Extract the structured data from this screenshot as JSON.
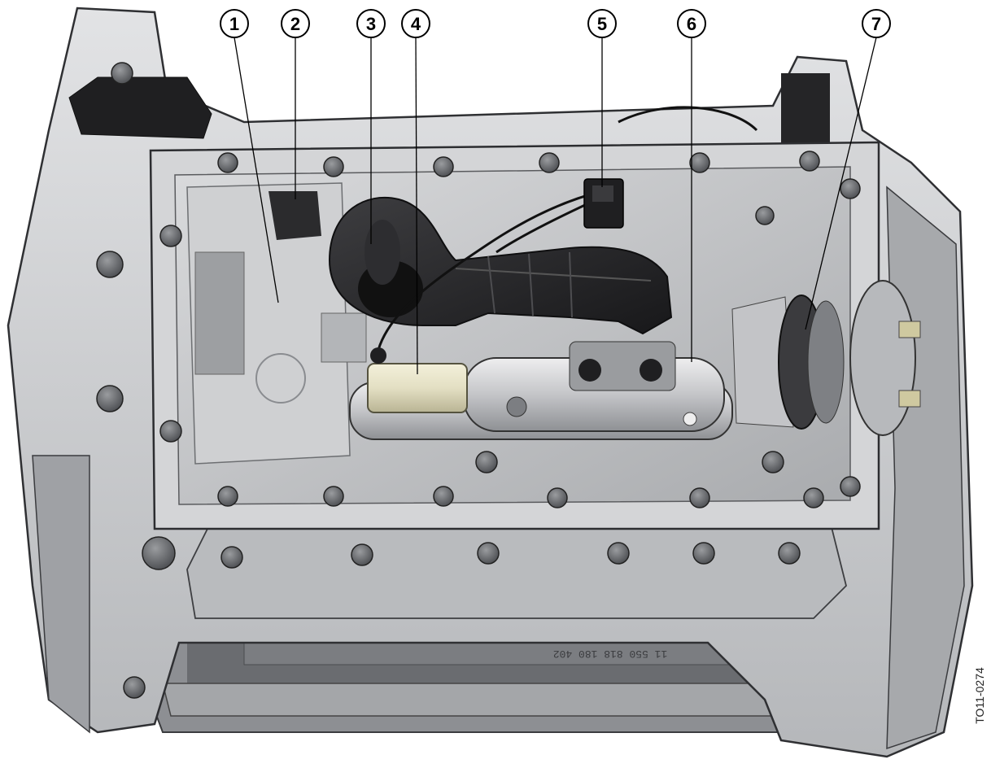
{
  "callouts": [
    {
      "label": "1"
    },
    {
      "label": "2"
    },
    {
      "label": "3"
    },
    {
      "label": "4"
    },
    {
      "label": "5"
    },
    {
      "label": "6"
    },
    {
      "label": "7"
    }
  ],
  "figure_code": "TO11-0274",
  "casting_text": "11 550 818 180 402",
  "colors": {
    "casting_light": "#c9cacc",
    "casting_mid": "#a4a6a9",
    "casting_dark": "#6a6c70",
    "cover_black": "#2a2a2c",
    "solenoid_cream": "#e3dfc3"
  }
}
